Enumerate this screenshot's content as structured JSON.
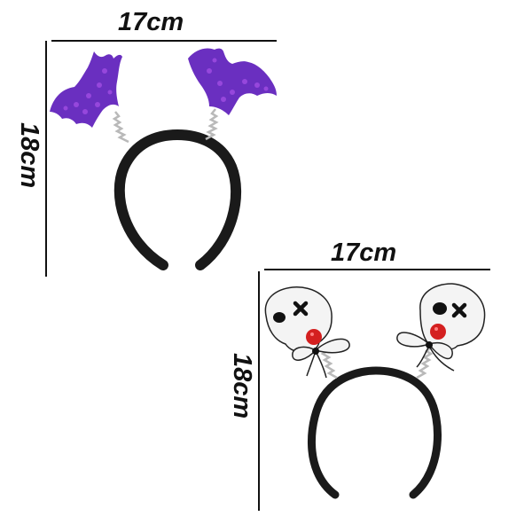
{
  "product_1": {
    "name": "bat-headband",
    "width_label": "17cm",
    "height_label": "18cm"
  },
  "product_2": {
    "name": "skull-headband",
    "width_label": "17cm",
    "height_label": "18cm"
  },
  "colors": {
    "ink": "#111111",
    "bat_purple": "#6a2fc0",
    "bat_sparkle": "#9b4ae0",
    "band_black": "#1a1a1a",
    "skull_white": "#f4f4f4",
    "nose_red": "#d42020",
    "spring_silver": "#b9b9b9"
  }
}
